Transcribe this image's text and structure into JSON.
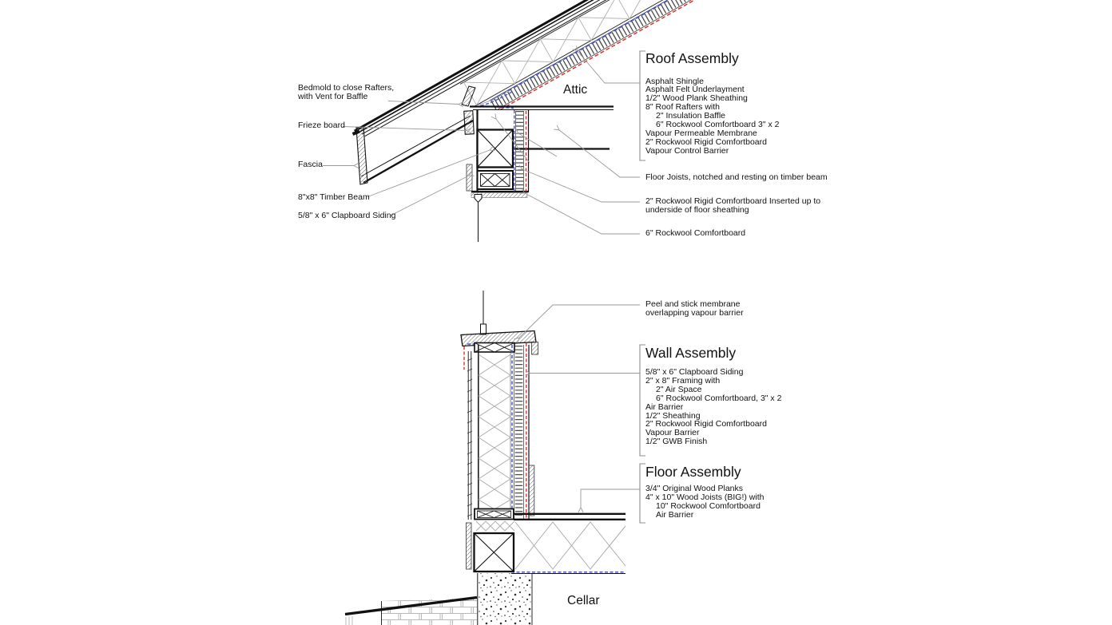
{
  "drawing": {
    "area_labels": {
      "attic": "Attic",
      "cellar": "Cellar"
    },
    "left_labels": {
      "bedmold_line1": "Bedmold to close Rafters,",
      "bedmold_line2": "with Vent for Baffle",
      "frieze": "Frieze board",
      "fascia": "Fascia",
      "timber_beam": "8\"x8\" Timber Beam",
      "clapboard": "5/8\" x 6\" Clapboard Siding"
    },
    "roof_assembly": {
      "title": "Roof Assembly",
      "layers": [
        "Asphalt Shingle",
        "Asphalt Felt Underlayment",
        "1/2\" Wood Plank Sheathing",
        "8\" Roof Rafters with",
        "2\" Insulation Baffle",
        "6\" Rockwool Comfortboard 3\" x 2",
        "Vapour Permeable Membrane",
        "2\" Rockwool Rigid Comfortboard",
        "Vapour Control Barrier"
      ]
    },
    "annotations": {
      "floor_joists": "Floor Joists, notched and resting on timber beam",
      "rigid_insert_line1": "2\" Rockwool Rigid Comfortboard Inserted up to",
      "rigid_insert_line2": "underside of floor sheathing",
      "comfortboard6": "6\" Rockwool Comfortboard",
      "peel_stick_line1": "Peel and stick membrane",
      "peel_stick_line2": "overlapping vapour barrier"
    },
    "wall_assembly": {
      "title": "Wall Assembly",
      "layers": [
        "5/8\" x 6\" Clapboard Siding",
        "2\" x 8\" Framing with",
        "2\" Air Space",
        "6\" Rockwool Comfortboard, 3\" x 2",
        "Air Barrier",
        "1/2\" Sheathing",
        "2\" Rockwool Rigid Comfortboard",
        "Vapour Barrier",
        "1/2\" GWB Finish"
      ]
    },
    "floor_assembly": {
      "title": "Floor Assembly",
      "layers": [
        "3/4\"  Original Wood Planks",
        "4\" x 10\" Wood Joists (BIG!) with",
        "10\" Rockwool Comfortboard",
        "Air Barrier"
      ]
    },
    "colors": {
      "membrane_blue": "#4553e0",
      "vapour_red": "#e03028",
      "leader_gray": "#9a9a9a",
      "insulation_gray": "#ababab"
    }
  }
}
